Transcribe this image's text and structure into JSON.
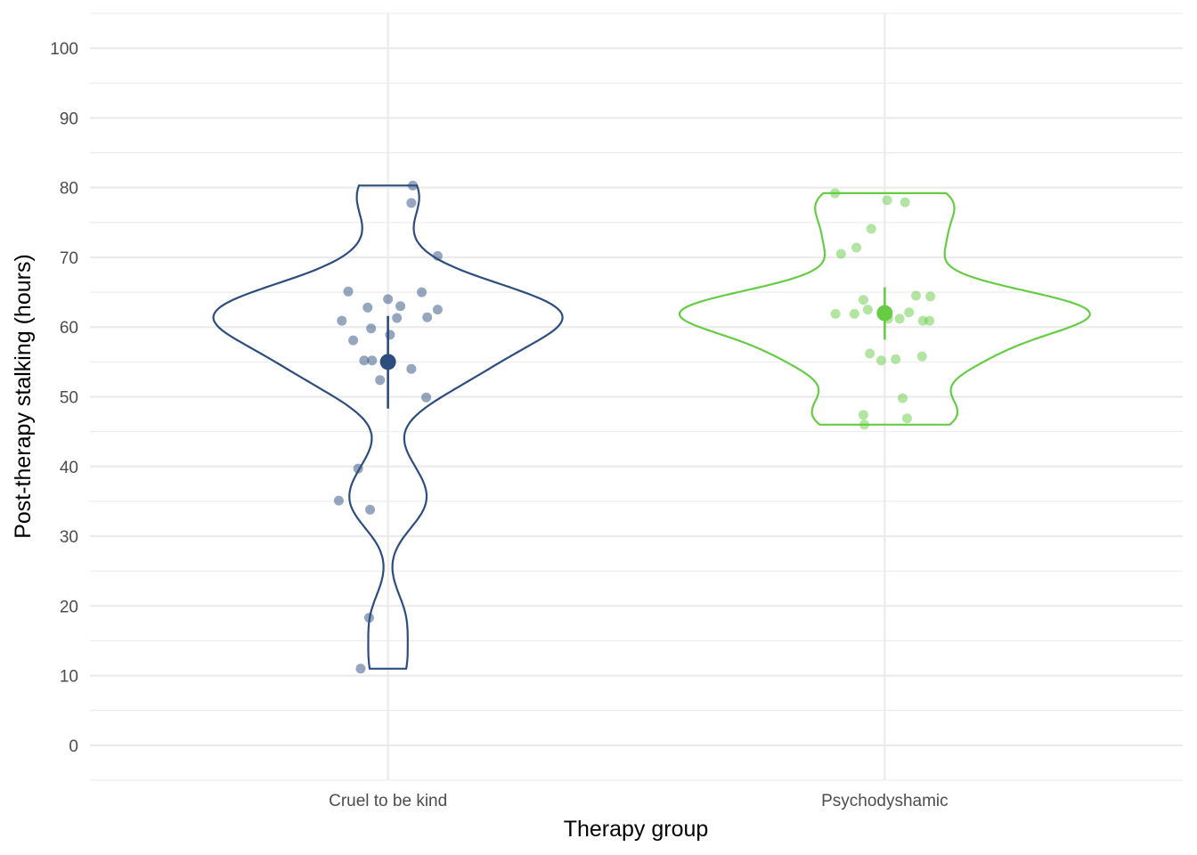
{
  "chart_data": {
    "type": "violin",
    "title": "",
    "xlabel": "Therapy group",
    "ylabel": "Post-therapy stalking (hours)",
    "ylim": [
      -5,
      105
    ],
    "yticks": [
      0,
      10,
      20,
      30,
      40,
      50,
      60,
      70,
      80,
      90,
      100
    ],
    "grid": true,
    "legend": "none",
    "categories": [
      "Cruel to be kind",
      "Psychodyshamic"
    ],
    "series": [
      {
        "name": "Cruel to be kind",
        "color": "#2C4D7E",
        "values": [
          80.3,
          77.8,
          70.2,
          65.1,
          65.0,
          64.0,
          62.8,
          63.0,
          62.5,
          61.3,
          61.4,
          60.9,
          59.8,
          58.9,
          58.1,
          55.2,
          55.2,
          54.0,
          52.4,
          49.9,
          39.7,
          35.1,
          33.8,
          18.3,
          11.0
        ],
        "jitter": [
          0.05,
          0.047,
          0.1,
          -0.08,
          0.068,
          0,
          -0.041,
          0.025,
          0.1,
          0.018,
          0.079,
          -0.093,
          -0.034,
          0.004,
          -0.07,
          -0.048,
          -0.032,
          0.047,
          -0.016,
          0.077,
          -0.06,
          -0.099,
          -0.036,
          -0.038,
          -0.055
        ],
        "mean": 55.0,
        "ci": [
          48.3,
          61.6
        ]
      },
      {
        "name": "Psychodyshamic",
        "color": "#66CC44",
        "values": [
          79.2,
          78.2,
          77.9,
          74.1,
          71.4,
          70.5,
          64.5,
          64.4,
          63.9,
          62.5,
          61.9,
          61.9,
          62.1,
          61.2,
          61.2,
          60.9,
          60.9,
          56.2,
          55.2,
          55.4,
          55.8,
          49.8,
          47.4,
          46.9,
          46.0
        ],
        "jitter": [
          -0.1,
          0.005,
          0.041,
          -0.027,
          -0.057,
          -0.088,
          0.063,
          0.092,
          -0.043,
          -0.034,
          -0.099,
          -0.061,
          0.049,
          0.007,
          0.03,
          0.077,
          0.09,
          -0.03,
          -0.007,
          0.022,
          0.075,
          0.036,
          -0.043,
          0.045,
          -0.041
        ],
        "mean": 62.0,
        "ci": [
          58.2,
          65.7
        ]
      }
    ]
  }
}
